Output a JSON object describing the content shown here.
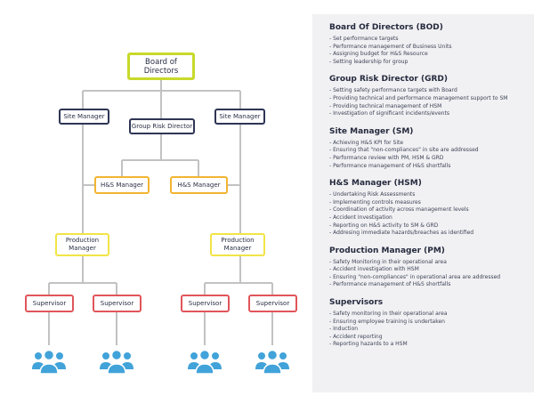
{
  "org_chart": {
    "bod": "Board of\nDirectors",
    "site_manager_left": "Site Manager",
    "group_risk_director": "Group Risk Director",
    "site_manager_right": "Site Manager",
    "hs_manager_left": "H&S Manager",
    "hs_manager_right": "H&S Manager",
    "production_manager_left": "Production\nManager",
    "production_manager_right": "Production\nManager",
    "supervisors": [
      "Supervisor",
      "Supervisor",
      "Supervisor",
      "Supervisor"
    ],
    "colors": {
      "bod": "#c8d92a",
      "site_manager": "#2f3555",
      "hs_manager": "#f2b431",
      "production_manager": "#f1e446",
      "supervisor": "#e0555a",
      "people": "#41a3d9",
      "connector": "#c2c2c2"
    },
    "people_icon": "group-of-people-icon"
  },
  "roles": [
    {
      "title": "Board Of Directors (BOD)",
      "items": [
        "- Set performance targets",
        "- Performance management of Business Units",
        "- Assigning budget for H&S Resource",
        "- Setting leadership for group"
      ]
    },
    {
      "title": "Group Risk Director (GRD)",
      "items": [
        "- Setting safety performance targets with Board",
        "- Providing technical and performance management support to SM",
        "- Providing technical management of HSM",
        "- Investigation of significant incidents/events"
      ]
    },
    {
      "title": "Site Manager (SM)",
      "items": [
        "- Achieving H&S KPI for Site",
        "- Ensuring that \"non-compliances\" in site are addressed",
        "- Performance review with PM, HSM & GRD",
        "- Performance management of H&S shortfalls"
      ]
    },
    {
      "title": "H&S Manager (HSM)",
      "items": [
        "- Undertaking Risk Assessments",
        "- Implementing controls measures",
        "- Coordination of activity across management levels",
        "- Accident Investigation",
        "- Reporting on H&S activity to SM & GRD",
        "- Addresing immediate hazards/breaches as identified"
      ]
    },
    {
      "title": "Production Manager (PM)",
      "items": [
        "- Safety Monitoring in their operational area",
        "- Accident investigation with HSM",
        "- Ensuring \"non-compliances\" in operational area are addressed",
        "- Performance management of H&S shortfalls"
      ]
    },
    {
      "title": "Supervisors",
      "items": [
        "- Safety monitoring in their operational area",
        "- Ensuring employee training is undertaken",
        "- Induction",
        "- Accident reporting",
        "- Reporting hazards to a HSM"
      ]
    }
  ]
}
